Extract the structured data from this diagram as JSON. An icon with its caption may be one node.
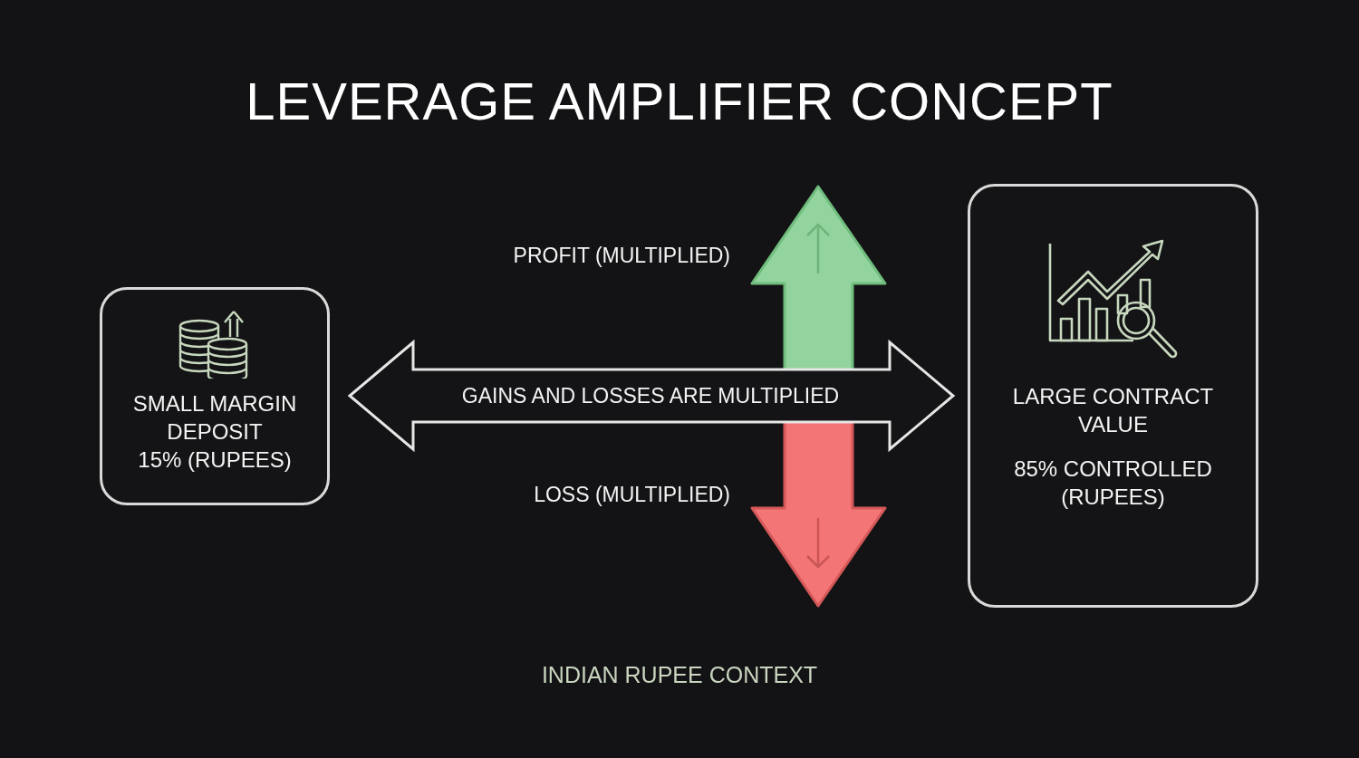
{
  "diagram": {
    "title": "LEVERAGE AMPLIFIER CONCEPT",
    "caption": "INDIAN RUPEE CONTEXT",
    "nodes": [
      {
        "text": [
          "SMALL MARGIN DEPOSIT",
          "15% (RUPEES)"
        ]
      },
      {
        "text": [
          "LARGE CONTRACT VALUE",
          "85% CONTROLLED (RUPEES)"
        ]
      }
    ],
    "edges": [
      {
        "from": 0,
        "to": 1,
        "arrow": "both",
        "label": "GAINS AND LOSSES ARE MULTIPLIED"
      }
    ],
    "labels": [
      "PROFIT (MULTIPLIED)",
      "LOSS (MULTIPLIED)"
    ]
  }
}
